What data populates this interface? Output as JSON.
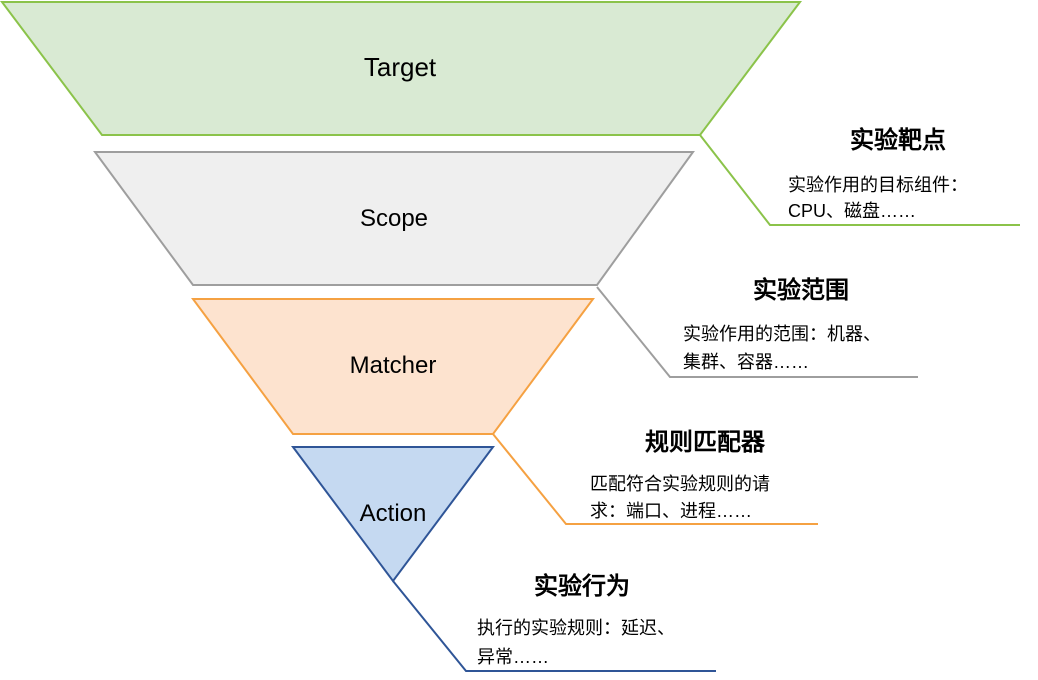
{
  "colors": {
    "target_fill": "#d9ead3",
    "target_stroke": "#8bc34a",
    "scope_fill": "#efefef",
    "scope_stroke": "#9e9e9e",
    "matcher_fill": "#fde3cf",
    "matcher_stroke": "#f5a142",
    "action_fill": "#c5d9f1",
    "action_stroke": "#2f5597"
  },
  "tiers": [
    {
      "label": "Target",
      "title": "实验靶点",
      "desc_line1": "实验作用的目标组件：",
      "desc_line2": "CPU、磁盘……"
    },
    {
      "label": "Scope",
      "title": "实验范围",
      "desc_line1": "实验作用的范围：机器、",
      "desc_line2": "集群、容器……"
    },
    {
      "label": "Matcher",
      "title": "规则匹配器",
      "desc_line1": "匹配符合实验规则的请",
      "desc_line2": "求：端口、进程……"
    },
    {
      "label": "Action",
      "title": "实验行为",
      "desc_line1": "执行的实验规则：延迟、",
      "desc_line2": "异常……"
    }
  ]
}
